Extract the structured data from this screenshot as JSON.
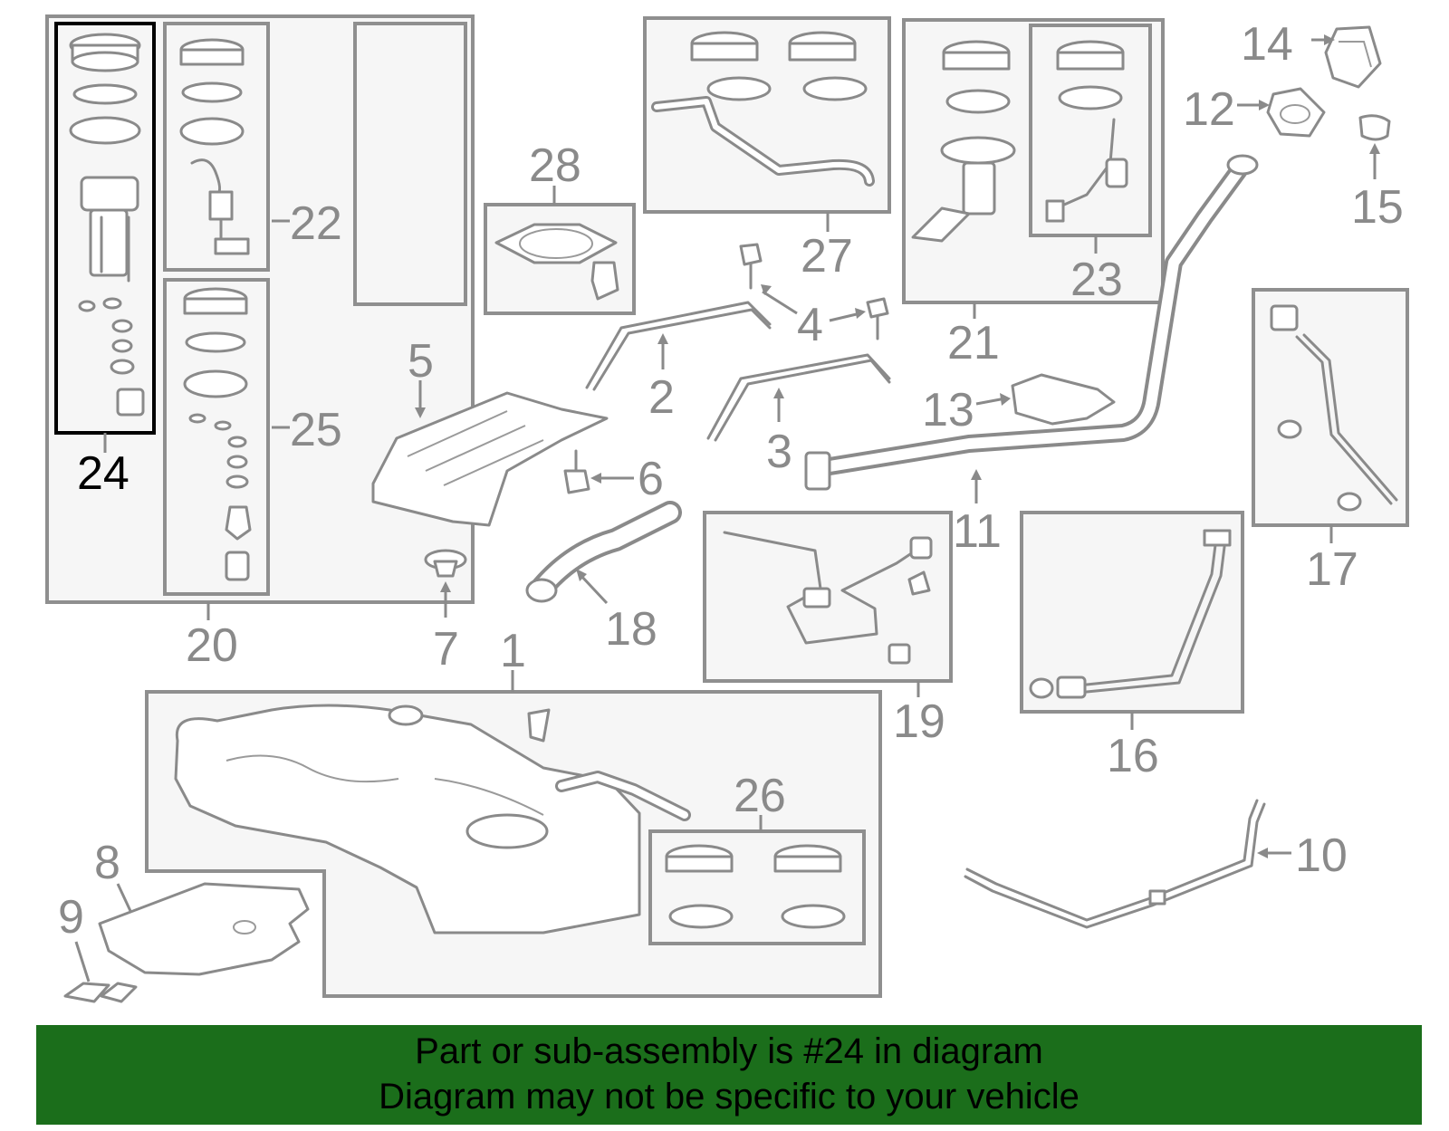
{
  "labels": {
    "p1": "1",
    "p2": "2",
    "p3": "3",
    "p4": "4",
    "p5": "5",
    "p6": "6",
    "p7": "7",
    "p8": "8",
    "p9": "9",
    "p10": "10",
    "p11": "11",
    "p12": "12",
    "p13": "13",
    "p14": "14",
    "p15": "15",
    "p16": "16",
    "p17": "17",
    "p18": "18",
    "p19": "19",
    "p20": "20",
    "p21": "21",
    "p22": "22",
    "p23": "23",
    "p24": "24",
    "p25": "25",
    "p26": "26",
    "p27": "27",
    "p28": "28"
  },
  "highlight": {
    "part": "24",
    "color": "#1b6e1b"
  },
  "banner": {
    "line1": "Part or sub-assembly is #24 in diagram",
    "line2": "Diagram may not be specific to your vehicle"
  }
}
